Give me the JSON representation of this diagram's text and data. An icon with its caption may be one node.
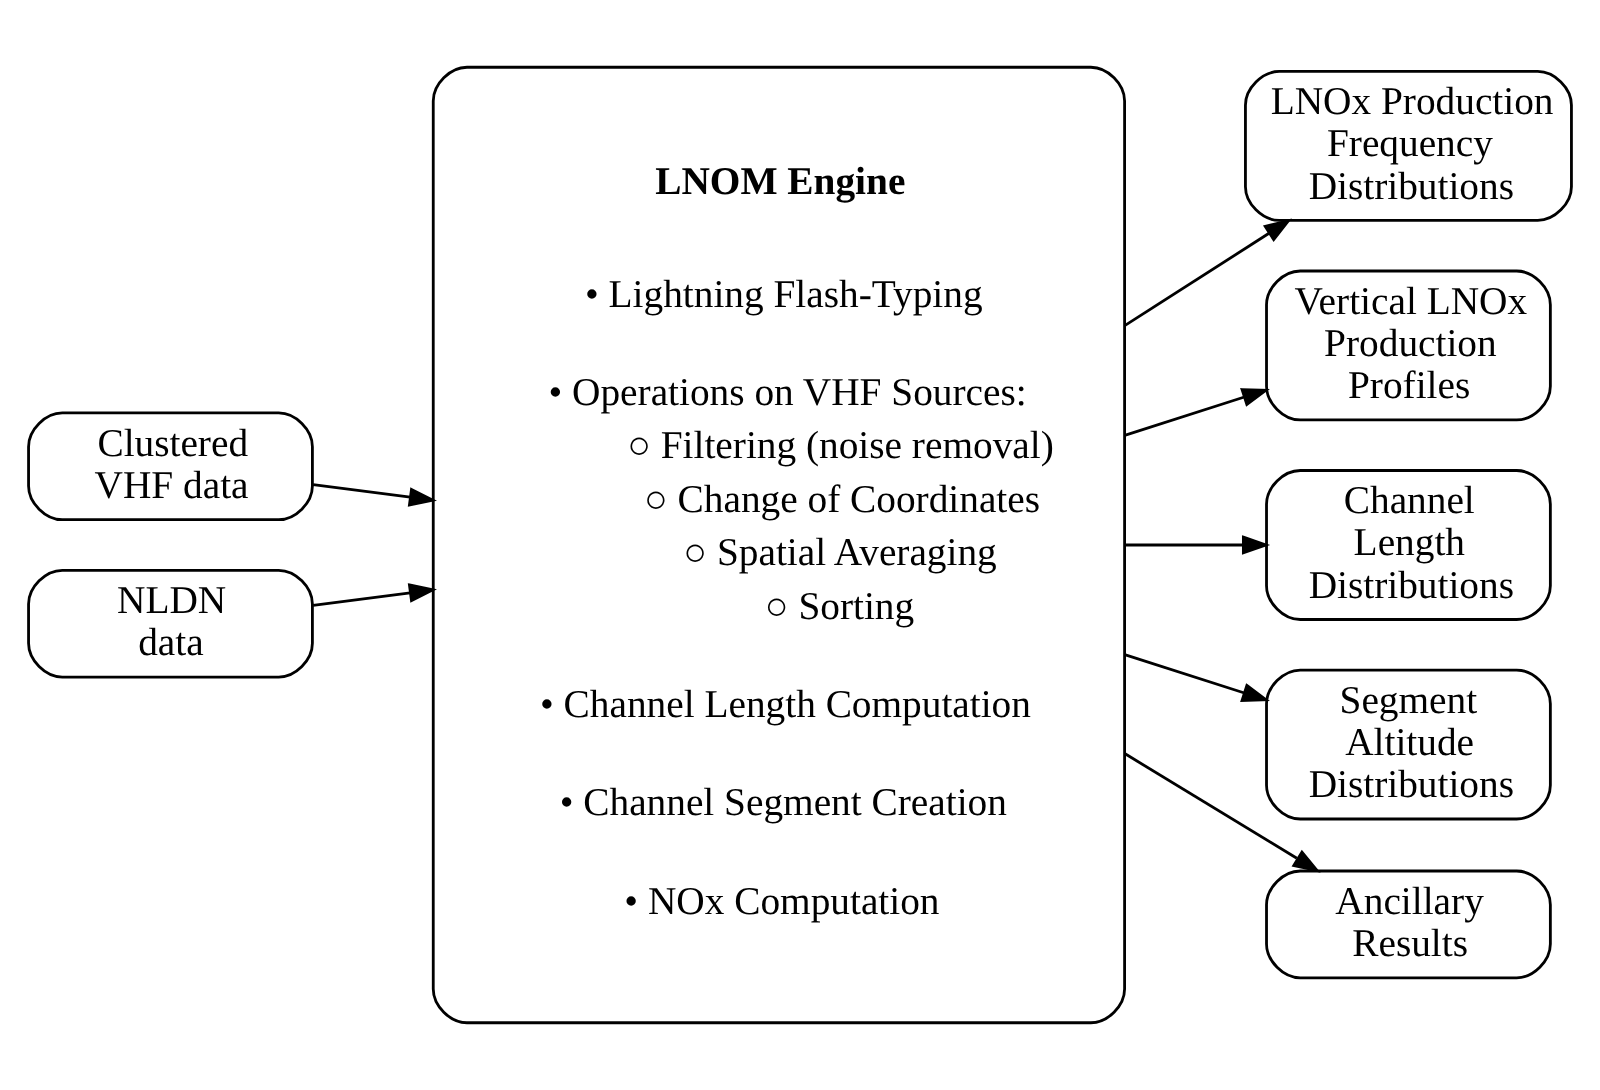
{
  "diagram": {
    "nodes": [
      {
        "text": [
          "Clustered VHF data"
        ]
      },
      {
        "text": [
          "NLDN data"
        ]
      },
      {
        "text": [
          "LNOM Engine",
          "• Lightning Flash-Typing",
          "• Operations on VHF Sources:",
          "○ Filtering (noise removal)",
          "○ Change of Coordinates",
          "○ Spatial Averaging",
          "○ Sorting",
          "• Channel Length Computation",
          "• Channel Segment Creation",
          "• NOx Computation"
        ]
      },
      {
        "text": [
          "LNOx Production Frequency Distributions"
        ]
      },
      {
        "text": [
          "Vertical LNOx Production Profiles"
        ]
      },
      {
        "text": [
          "Channel Length Distributions"
        ]
      },
      {
        "text": [
          "Segment Altitude Distributions"
        ]
      },
      {
        "text": [
          "Ancillary Results"
        ]
      }
    ],
    "edges": [
      {
        "from": 0,
        "to": 2,
        "arrow": "to"
      },
      {
        "from": 1,
        "to": 2,
        "arrow": "to"
      },
      {
        "from": 2,
        "to": 3,
        "arrow": "to"
      },
      {
        "from": 2,
        "to": 4,
        "arrow": "to"
      },
      {
        "from": 2,
        "to": 5,
        "arrow": "to"
      },
      {
        "from": 2,
        "to": 6,
        "arrow": "to"
      },
      {
        "from": 2,
        "to": 7,
        "arrow": "to"
      }
    ]
  }
}
